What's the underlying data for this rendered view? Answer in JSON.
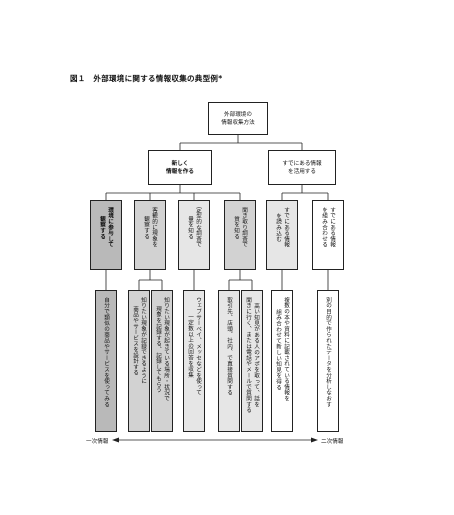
{
  "figure": {
    "title": "図１　外部環境に関する情報収集の典型例*"
  },
  "root": {
    "label": "外部環境の\n情報収集方法"
  },
  "level2": [
    {
      "label": "新しく\n情報を作る"
    },
    {
      "label": "すでにある情報\nを活用する"
    }
  ],
  "level3": [
    {
      "label": "環境に参与して\n観察する"
    },
    {
      "label": "客観的に現象を\n観察する"
    },
    {
      "label": "定型的な調査で\n量を知る"
    },
    {
      "label": "聞き取り調査で\n質を知る"
    },
    {
      "label": "すでにある情報\nを読み込む"
    },
    {
      "label": "すでにある情報\nを組み合わせる"
    }
  ],
  "level4": [
    {
      "label": "自分で類似の商品やサービスを使ってみる"
    },
    {
      "label": "知りたい現象が記録できるように\n商品やサービスを設計する"
    },
    {
      "label": "知りたい現象が起きている場所・状況で\n現象を記録する、記録してもらう"
    },
    {
      "label": "ウェブサーベイ、メッセなどを使って\n一定数以上の回答を収集"
    },
    {
      "label": "取引先、店頭、社内、で直接質問する"
    },
    {
      "label": "高い知見がある人のアポを取って、話を\n聞きに行く、または電話やメールで質問する"
    },
    {
      "label": "複数の本や資料に記載されている情報を\n組み合わせて新しい知見を得る"
    },
    {
      "label": "別の目的で作られたデータを分析しなおす"
    }
  ],
  "axis": {
    "left_label": "一次情報",
    "right_label": "二次情報"
  }
}
